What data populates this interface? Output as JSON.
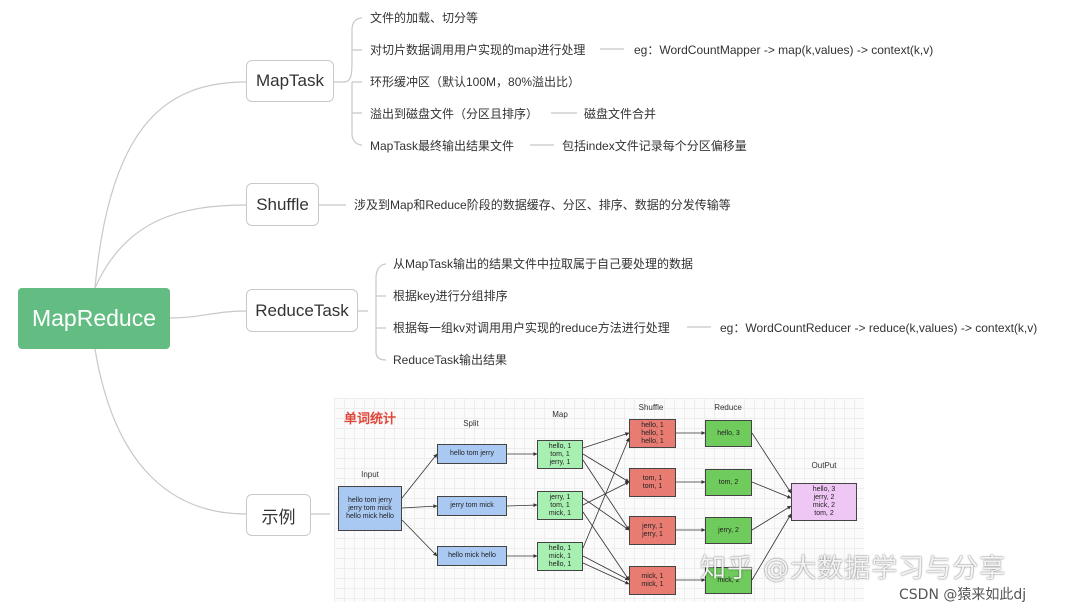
{
  "root": "MapReduce",
  "branches": {
    "maptask": {
      "label": "MapTask",
      "items": [
        {
          "text": "文件的加载、切分等"
        },
        {
          "text": "对切片数据调用用户实现的map进行处理",
          "note": "eg：WordCountMapper -> map(k,values) -> context(k,v)"
        },
        {
          "text": "环形缓冲区（默认100M，80%溢出比）"
        },
        {
          "text": "溢出到磁盘文件（分区且排序）",
          "note": "磁盘文件合并"
        },
        {
          "text": "MapTask最终输出结果文件",
          "note": "包括index文件记录每个分区偏移量"
        }
      ]
    },
    "shuffle": {
      "label": "Shuffle",
      "items": [
        {
          "text": "涉及到Map和Reduce阶段的数据缓存、分区、排序、数据的分发传输等"
        }
      ]
    },
    "reducetask": {
      "label": "ReduceTask",
      "items": [
        {
          "text": "从MapTask输出的结果文件中拉取属于自己要处理的数据"
        },
        {
          "text": "根据key进行分组排序"
        },
        {
          "text": "根据每一组kv对调用用户实现的reduce方法进行处理",
          "note": "eg：WordCountReducer -> reduce(k,values) -> context(k,v)"
        },
        {
          "text": "ReduceTask输出结果"
        }
      ]
    },
    "example": {
      "label": "示例"
    }
  },
  "example": {
    "title": "单词统计",
    "columns": {
      "input": "Input",
      "split": "Split",
      "map": "Map",
      "shuffle": "Shuffle",
      "reduce": "Reduce",
      "output": "OutPut"
    },
    "input": [
      "hello tom jerry",
      "jerry  tom mick",
      "hello mick hello"
    ],
    "splits": [
      "hello tom jerry",
      "jerry  tom mick",
      "hello mick hello"
    ],
    "maps": [
      [
        "hello, 1",
        "tom, 1",
        "jerry, 1"
      ],
      [
        "jerry, 1",
        "tom, 1",
        "mick, 1"
      ],
      [
        "hello, 1",
        "mick, 1",
        "hello, 1"
      ]
    ],
    "shuffles": [
      [
        "hello, 1",
        "hello, 1",
        "hello, 1"
      ],
      [
        "tom, 1",
        "tom, 1"
      ],
      [
        "jerry, 1",
        "jerry, 1"
      ],
      [
        "mick, 1",
        "mick, 1"
      ]
    ],
    "reduces": [
      "hello, 3",
      "tom, 2",
      "jerry, 2",
      "mick, 2"
    ],
    "output": [
      "hello, 3",
      "jerry, 2",
      "mick, 2",
      "tom, 2"
    ]
  },
  "watermarks": {
    "zhihu": "知乎 @大数据学习与分享",
    "csdn": "CSDN @猿来如此dj"
  }
}
